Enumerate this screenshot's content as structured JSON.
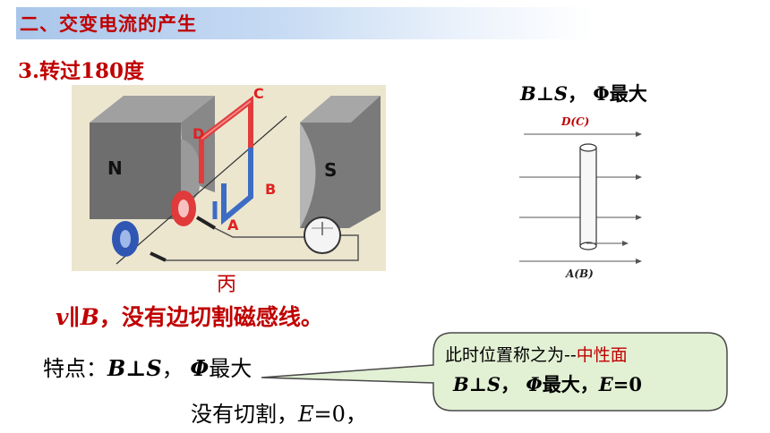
{
  "header": {
    "title": "二、交变电流的产生"
  },
  "subtitle": "3.转过180度",
  "apparatus": {
    "label_c": "C",
    "label_d": "D",
    "label_b": "B",
    "label_a": "A",
    "label_n": "N",
    "label_s": "S",
    "caption": "丙"
  },
  "vb_line": {
    "v": "v",
    "parallel": "∥",
    "b": "B",
    "rest": "，没有边切割磁感线。"
  },
  "right_formula": {
    "b": "B",
    "perp": "⊥",
    "s": "S",
    "rest": "，  Φ最大"
  },
  "side_diagram": {
    "top_label": "D(C)",
    "bottom_label": "A(B)"
  },
  "feature": {
    "prefix": "特点：",
    "b": "B",
    "perp": "⊥",
    "s": "S",
    "sep": "，  ",
    "phi": "Φ",
    "rest": "最大"
  },
  "no_cut": {
    "prefix": "没有切割，",
    "e": "E",
    "rest": "=0，"
  },
  "callout": {
    "line1_black": "此时位置称之为--",
    "line1_red": "中性面",
    "line2_b": "B",
    "line2_perp": "⊥",
    "line2_s": "S",
    "line2_sep": "，  ",
    "line2_phi": "Φ",
    "line2_mid": "最大，",
    "line2_e": "E",
    "line2_end": "=0"
  },
  "colors": {
    "accent_red": "#c00000",
    "header_blue": "#a9c6ea",
    "callout_green": "#e2f0d4"
  }
}
